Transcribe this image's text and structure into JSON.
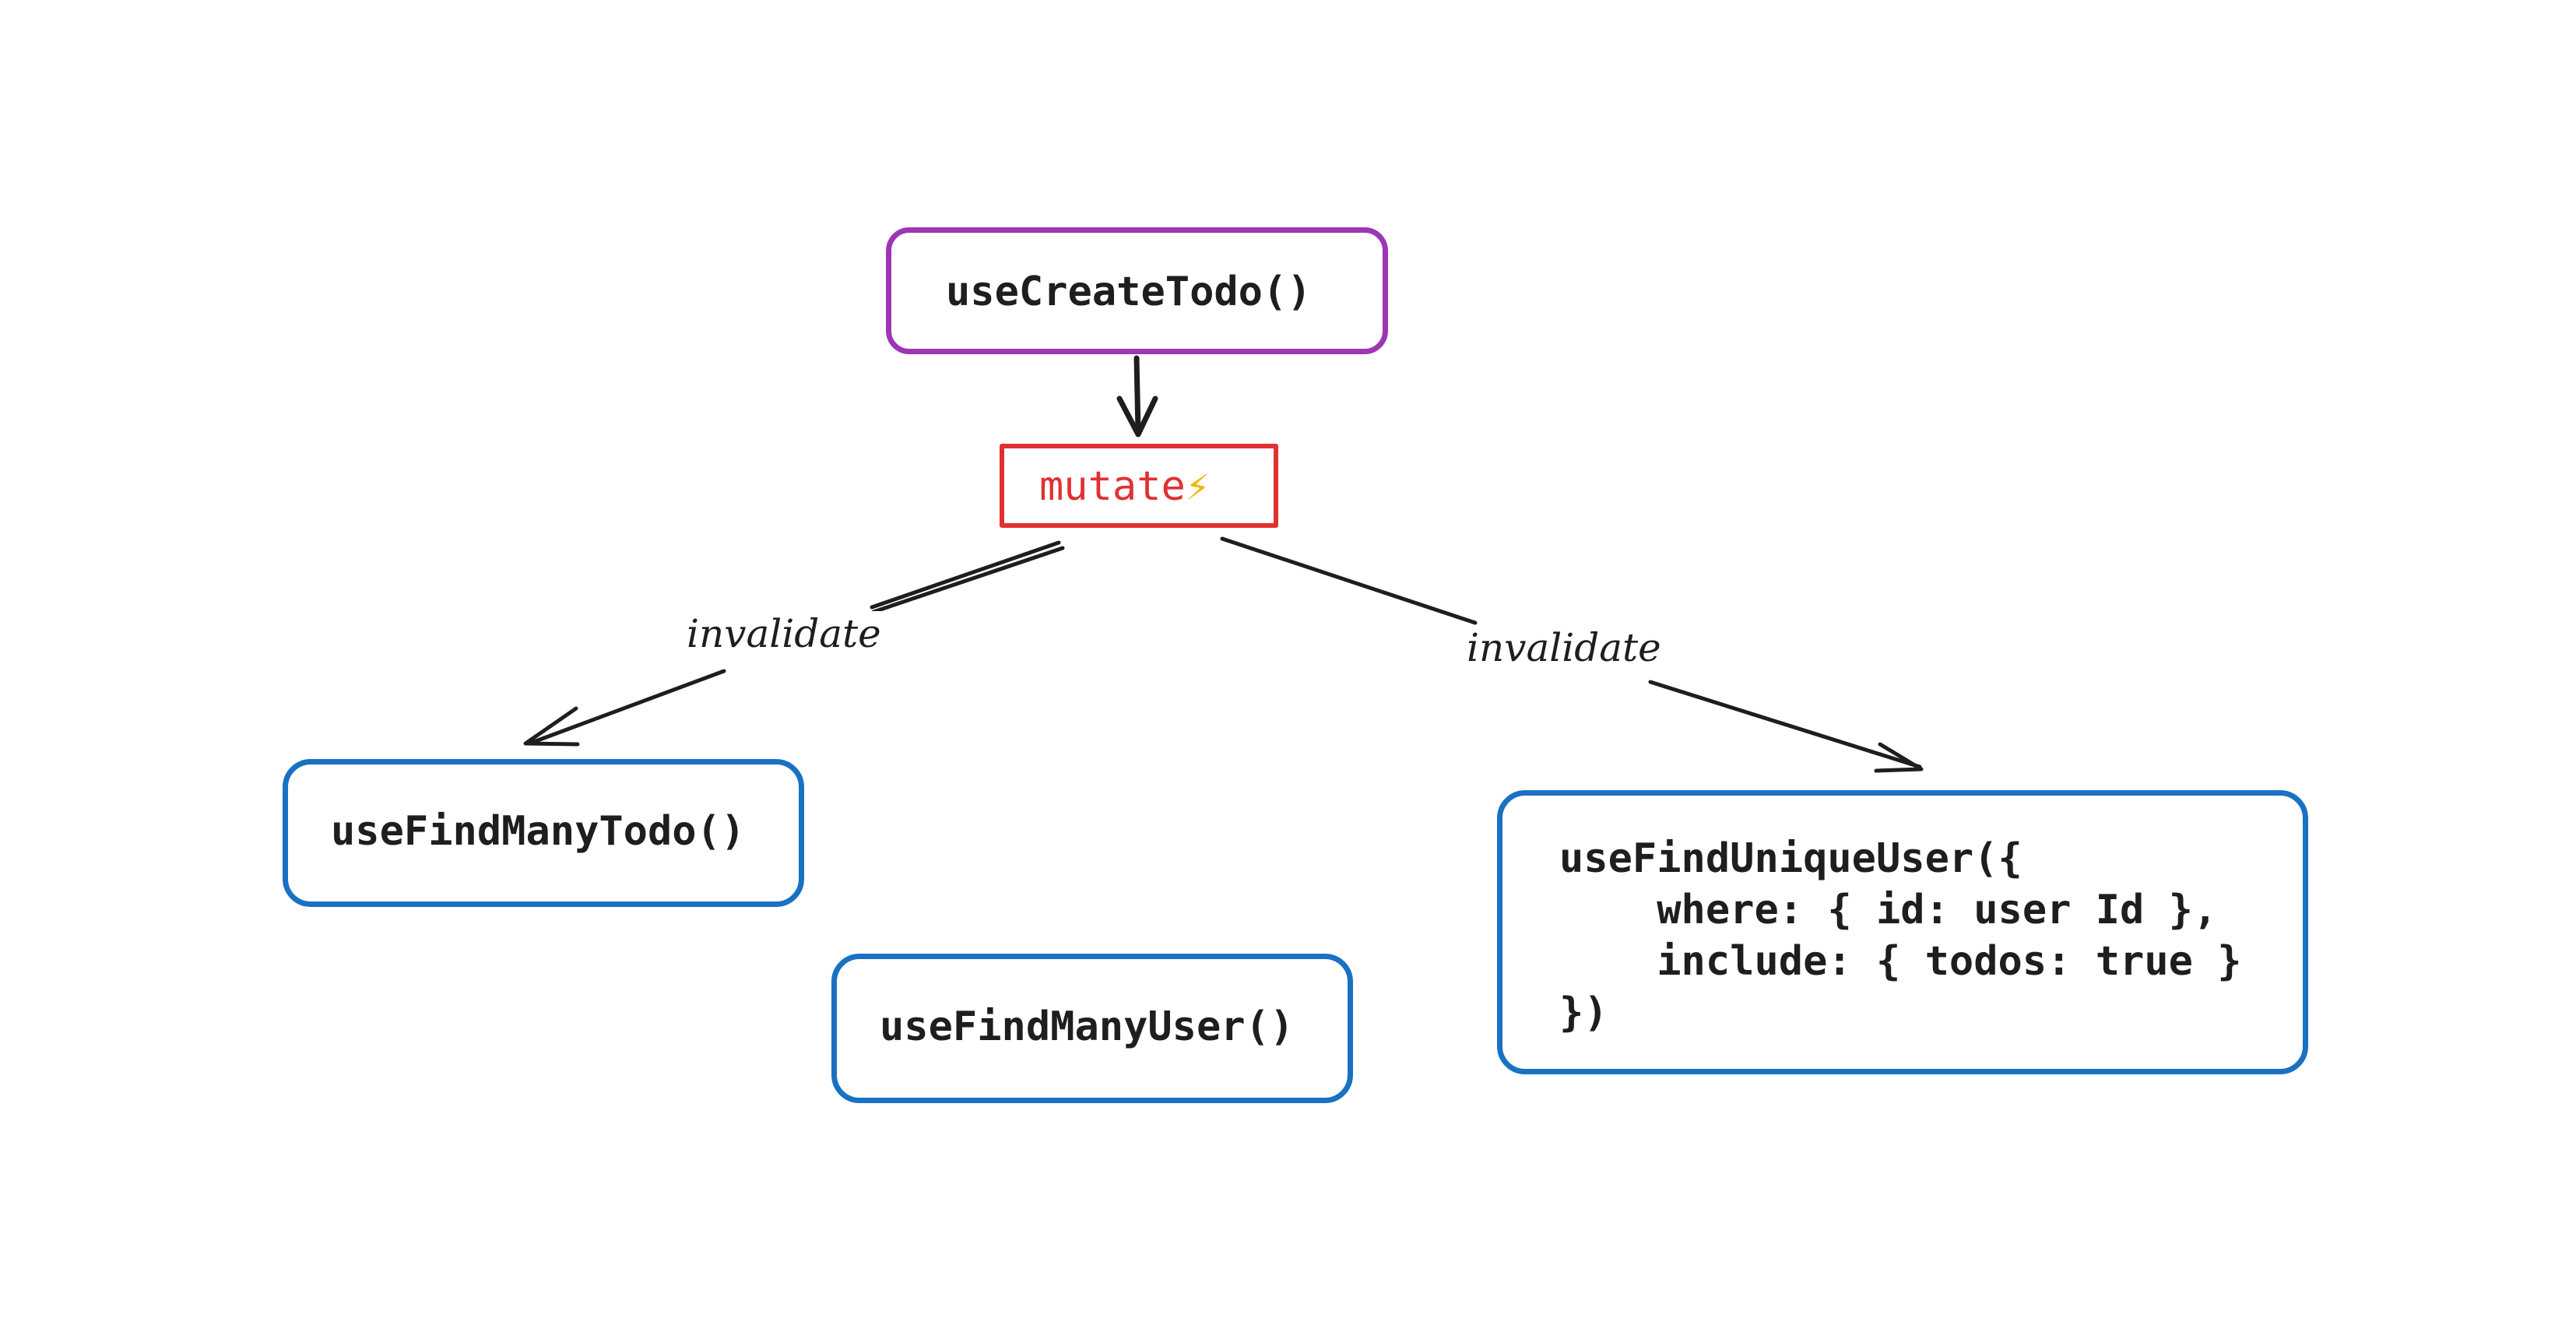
{
  "diagram": {
    "nodes": {
      "create_todo": {
        "label": "useCreateTodo()",
        "color": "#9c36b5"
      },
      "mutate": {
        "label": "mutate",
        "icon": "lightning-bolt-icon",
        "icon_glyph": "⚡",
        "color": "#e03131"
      },
      "find_many_todo": {
        "label": "useFindManyTodo()",
        "color": "#1971c2"
      },
      "find_many_user": {
        "label": "useFindManyUser()",
        "color": "#1971c2"
      },
      "find_unique_user": {
        "lines": [
          "useFindUniqueUser({",
          "    where: { id: user Id },",
          "    include: { todos: true }",
          "})"
        ],
        "color": "#1971c2"
      }
    },
    "edges": {
      "left": {
        "label": "invalidate"
      },
      "right": {
        "label": "invalidate"
      }
    }
  }
}
